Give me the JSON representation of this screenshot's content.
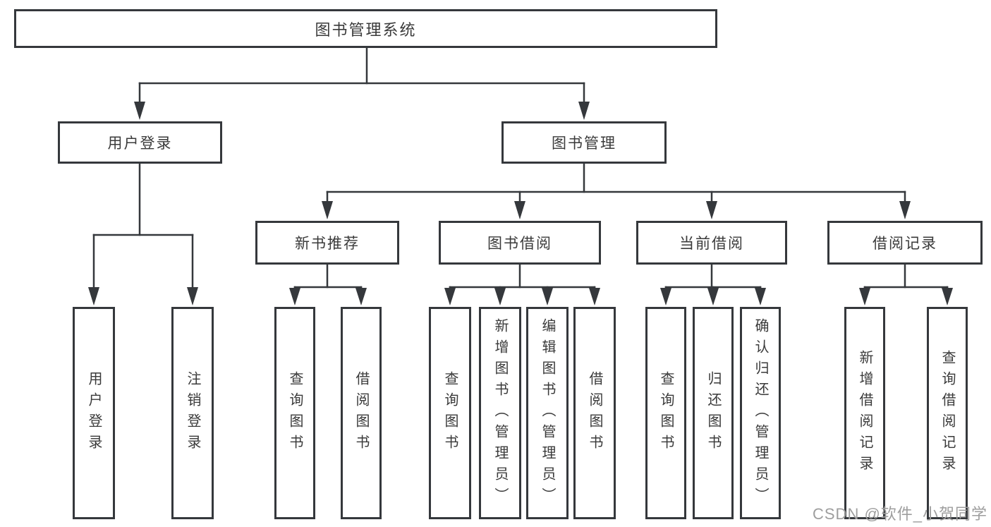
{
  "tree": {
    "root": "图书管理系统",
    "user_login": {
      "label": "用户登录",
      "children": [
        "用户登录",
        "注销登录"
      ]
    },
    "book_management": {
      "label": "图书管理",
      "sections": [
        {
          "label": "新书推荐",
          "children": [
            "查询图书",
            "借阅图书"
          ]
        },
        {
          "label": "图书借阅",
          "children": [
            "查询图书",
            "新增图书（管理员）",
            "编辑图书（管理员）",
            "借阅图书"
          ]
        },
        {
          "label": "当前借阅",
          "children": [
            "查询图书",
            "归还图书",
            "确认归还（管理员）"
          ]
        },
        {
          "label": "借阅记录",
          "children": [
            "新增借阅记录",
            "查询借阅记录"
          ]
        }
      ]
    }
  },
  "watermark": {
    "text": "CSDN @软件_小贺同学"
  },
  "colors": {
    "line": "#35383c",
    "text": "#3a3a3a",
    "watermark_text": "#9e9e9e",
    "background": "#ffffff"
  }
}
